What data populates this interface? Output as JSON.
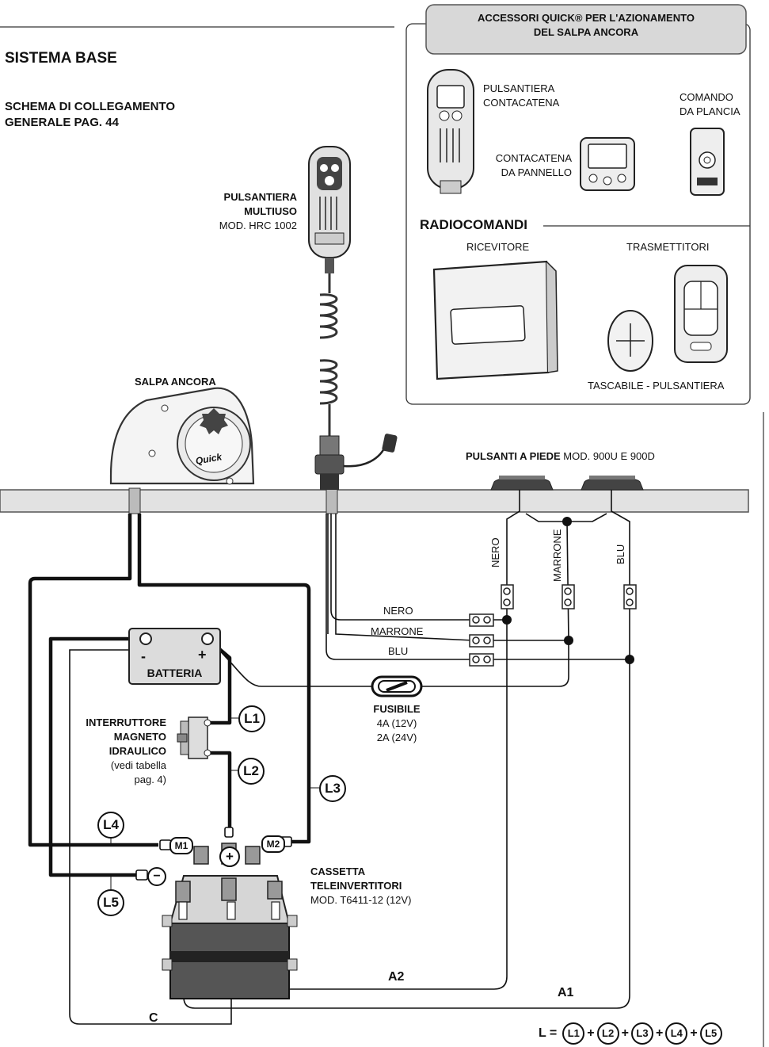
{
  "header": {
    "title": "SISTEMA BASE",
    "subtitle_line1": "SCHEMA DI COLLEGAMENTO",
    "subtitle_line2": "GENERALE PAG. 44"
  },
  "accessories": {
    "title_line1": "ACCESSORI QUICK® PER L'AZIONAMENTO",
    "title_line2": "DEL SALPA ANCORA",
    "pulsantiera_line1": "PULSANTIERA",
    "pulsantiera_line2": "CONTACATENA",
    "contacatena_line1": "CONTACATENA",
    "contacatena_line2": "DA PANNELLO",
    "comando_line1": "COMANDO",
    "comando_line2": "DA PLANCIA",
    "radiocomandi": "RADIOCOMANDI",
    "ricevitore": "RICEVITORE",
    "trasmettitori": "TRASMETTITORI",
    "tascabile": "TASCABILE - PULSANTIERA"
  },
  "remote": {
    "line1": "PULSANTIERA",
    "line2": "MULTIUSO",
    "model": "MOD. HRC 1002"
  },
  "windlass": {
    "label": "SALPA ANCORA",
    "brand": "Quick"
  },
  "foot_switches": {
    "label_bold": "PULSANTI A PIEDE",
    "label_model": "MOD. 900U E 900D"
  },
  "wires": {
    "nero": "NERO",
    "marrone": "MARRONE",
    "blu": "BLU"
  },
  "battery": {
    "minus": "-",
    "plus": "+",
    "label": "BATTERIA"
  },
  "fuse": {
    "label": "FUSIBILE",
    "rating1": "4A (12V)",
    "rating2": "2A (24V)"
  },
  "breaker": {
    "line1": "INTERRUTTORE",
    "line2": "MAGNETO",
    "line3": "IDRAULICO",
    "line4": "(vedi tabella",
    "line5": "pag. 4)"
  },
  "cable_badges": {
    "l1": "L1",
    "l2": "L2",
    "l3": "L3",
    "l4": "L4",
    "l5": "L5"
  },
  "control_box": {
    "line1": "CASSETTA",
    "line2": "TELEINVERTITORI",
    "model": "MOD. T6411-12 (12V)",
    "m1": "M1",
    "m2": "M2",
    "plus": "+",
    "minus": "−"
  },
  "cable_labels": {
    "a2": "A2",
    "a1": "A1",
    "c": "C"
  },
  "formula": {
    "prefix": "L =",
    "terms": [
      "L1",
      "L2",
      "L3",
      "L4",
      "L5"
    ],
    "plus": "+"
  }
}
